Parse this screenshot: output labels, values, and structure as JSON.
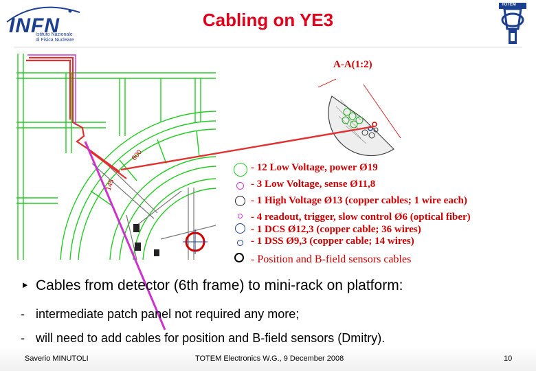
{
  "slide": {
    "title": "Cabling on YE3",
    "page_number": "10"
  },
  "logos": {
    "left": {
      "name": "INFN",
      "line1": "Istituto Nazionale",
      "line2": "di Fisica Nucleare"
    },
    "right": {
      "name": "TOTEM"
    }
  },
  "figure": {
    "section_label": "A-A(1:2)",
    "drawing_labels": [
      "800",
      "145"
    ],
    "legend": [
      {
        "text": "- 12 Low Voltage, power Ø19",
        "symbol": "light-green-circle"
      },
      {
        "text": "- 3 Low Voltage, sense Ø11,8",
        "symbol": "small-magenta-circle"
      },
      {
        "text": "- 1 High Voltage Ø13 (copper cables; 1 wire each)",
        "symbol": "black-circle"
      },
      {
        "text": "- 4 readout, trigger, slow control Ø6 (optical fiber)",
        "symbol": "tiny-magenta-circle"
      },
      {
        "text": "- 1 DCS Ø12,3 (copper cable; 36 wires)",
        "symbol": "blue-circle"
      },
      {
        "text": "- 1 DSS Ø9,3 (copper cable; 14 wires)",
        "symbol": "small-blue-circle"
      }
    ],
    "position_note": "- Position and B-field sensors cables"
  },
  "body": {
    "bullet": "Cables from detector (6th frame) to mini-rack on platform:",
    "subitems": [
      "intermediate patch panel not required any more;",
      "will need to add cables for position and B-field sensors (Dmitry)."
    ]
  },
  "footer": {
    "author": "Saverio MINUTOLI",
    "event": "TOTEM Electronics W.G., 9 December 2008"
  },
  "colors": {
    "title": "#e0001b",
    "legend_text": "#d00000",
    "drawing_lines": "#22cc22",
    "route_line": "#e03030",
    "sensor_line": "#cc33cc"
  }
}
